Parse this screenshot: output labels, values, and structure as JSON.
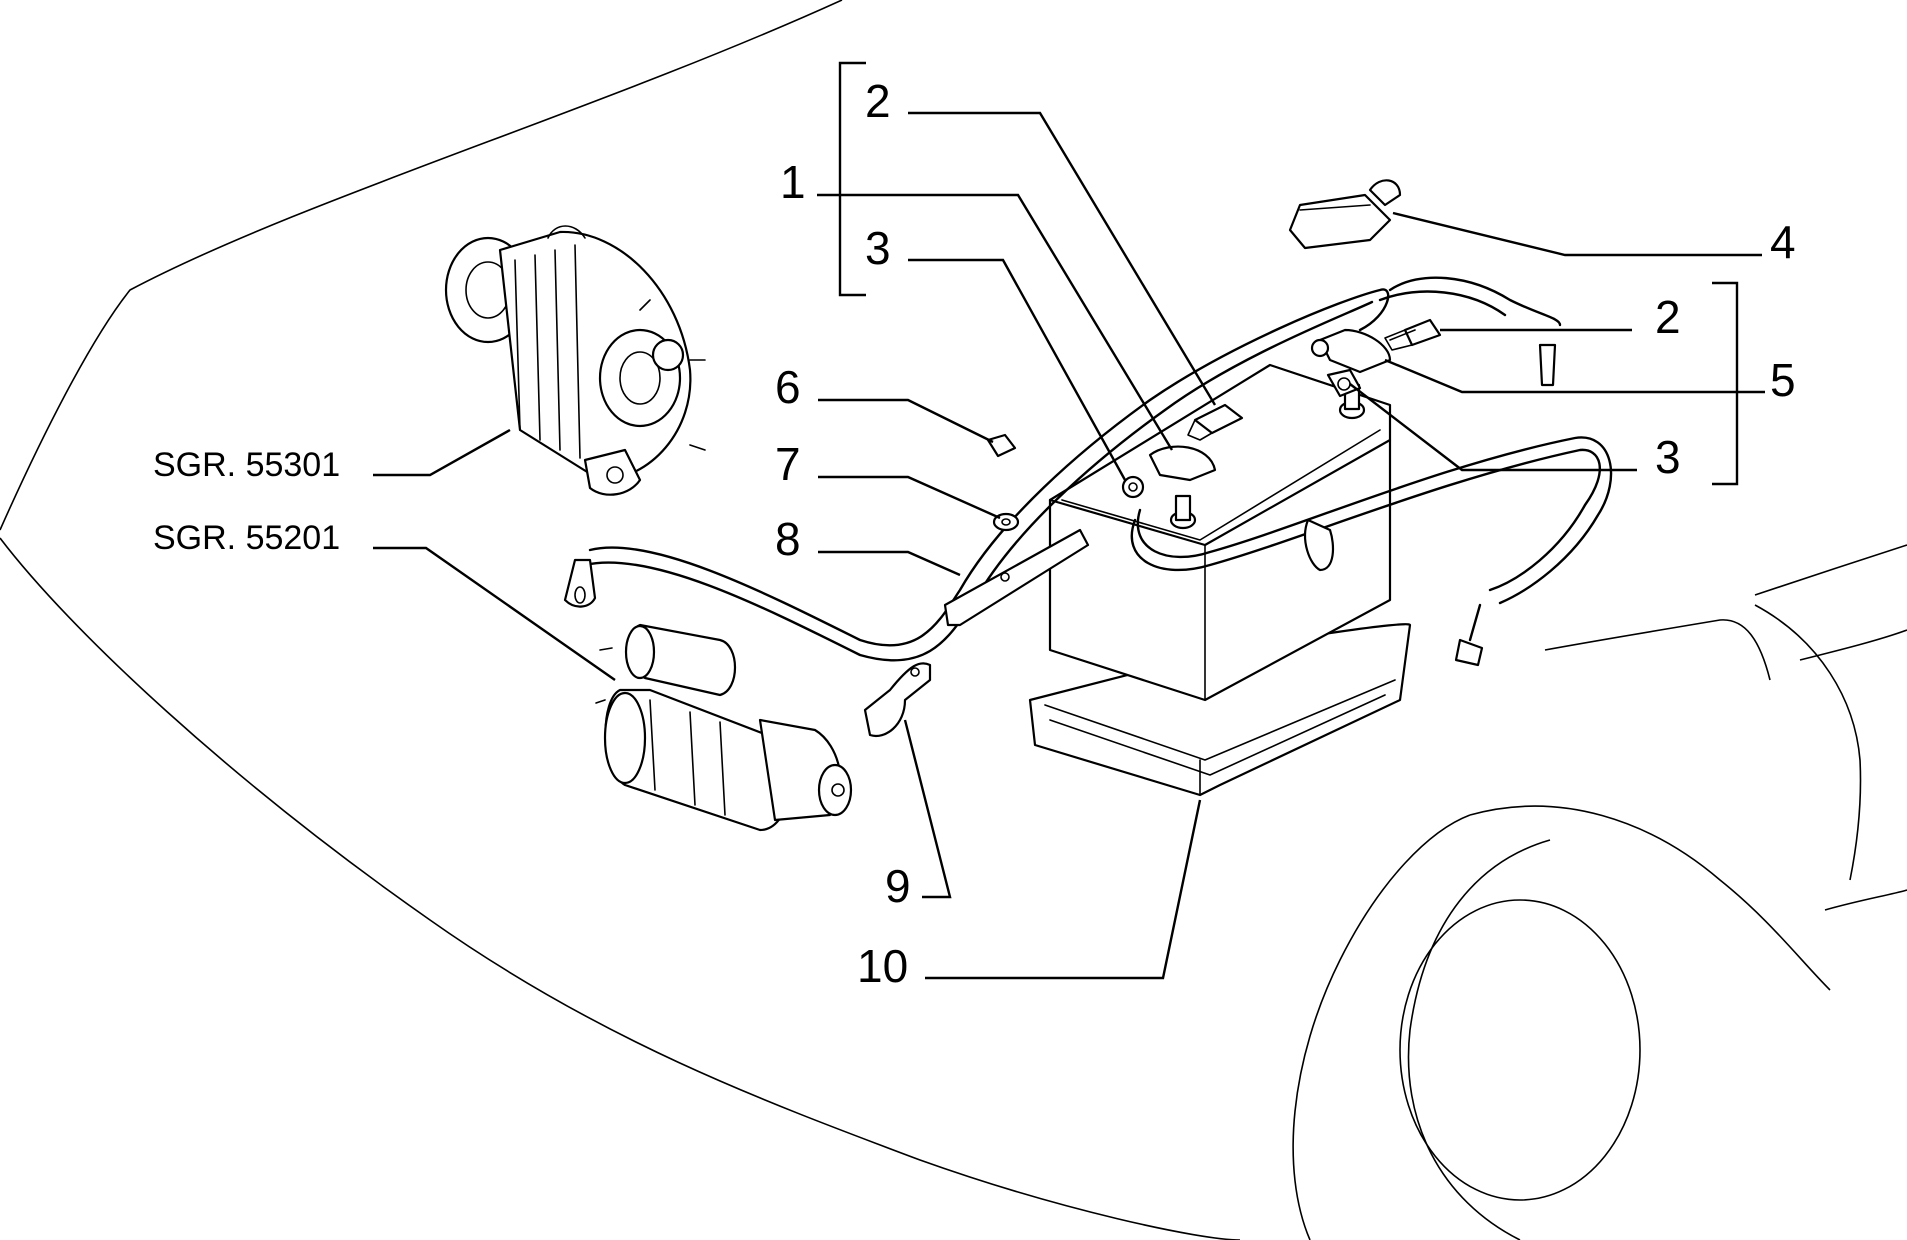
{
  "callouts": {
    "c1": "1",
    "c2_top": "2",
    "c3_top": "3",
    "c4": "4",
    "c2_right": "2",
    "c5": "5",
    "c3_right": "3",
    "c6": "6",
    "c7": "7",
    "c8": "8",
    "c9": "9",
    "c10": "10"
  },
  "references": {
    "alternator": "SGR. 55301",
    "starter": "SGR. 55201"
  }
}
